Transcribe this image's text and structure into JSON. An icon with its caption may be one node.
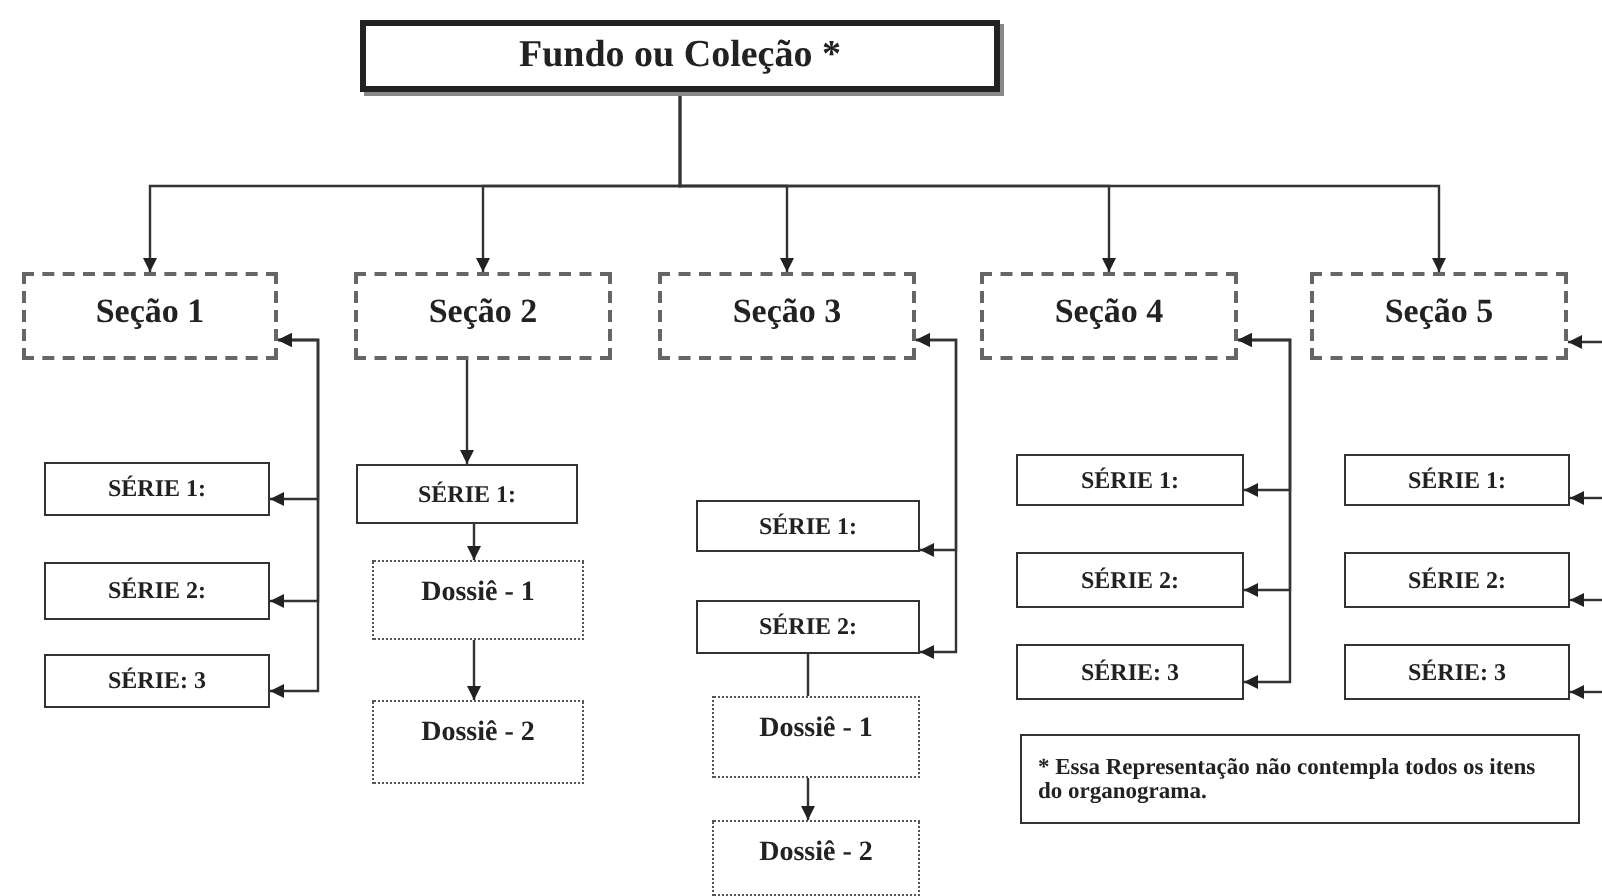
{
  "diagram": {
    "nodes": [
      {
        "text": [
          "Fundo ou Coleção *"
        ]
      },
      {
        "text": [
          "Seção 1"
        ]
      },
      {
        "text": [
          "Seção 2"
        ]
      },
      {
        "text": [
          "Seção 3"
        ]
      },
      {
        "text": [
          "Seção 4"
        ]
      },
      {
        "text": [
          "Seção 5"
        ]
      },
      {
        "text": [
          "SÉRIE 1:"
        ]
      },
      {
        "text": [
          "SÉRIE 2:"
        ]
      },
      {
        "text": [
          "SÉRIE: 3"
        ]
      },
      {
        "text": [
          "SÉRIE 1:"
        ]
      },
      {
        "text": [
          "Dossiê - 1"
        ]
      },
      {
        "text": [
          "Dossiê - 2"
        ]
      },
      {
        "text": [
          "SÉRIE 1:"
        ]
      },
      {
        "text": [
          "SÉRIE 2:"
        ]
      },
      {
        "text": [
          "Dossiê - 1"
        ]
      },
      {
        "text": [
          "Dossiê - 2"
        ]
      },
      {
        "text": [
          "SÉRIE 1:"
        ]
      },
      {
        "text": [
          "SÉRIE 2:"
        ]
      },
      {
        "text": [
          "SÉRIE: 3"
        ]
      },
      {
        "text": [
          "SÉRIE 1:"
        ]
      },
      {
        "text": [
          "SÉRIE 2:"
        ]
      },
      {
        "text": [
          "SÉRIE: 3"
        ]
      },
      {
        "text": [
          "* Essa Representação não contempla todos os itens do organograma."
        ]
      }
    ],
    "edges": [
      {
        "from": 0,
        "to": 1,
        "arrow": "to"
      },
      {
        "from": 0,
        "to": 2,
        "arrow": "to"
      },
      {
        "from": 0,
        "to": 3,
        "arrow": "to"
      },
      {
        "from": 0,
        "to": 4,
        "arrow": "to"
      },
      {
        "from": 0,
        "to": 5,
        "arrow": "to"
      },
      {
        "from": 1,
        "to": 6,
        "arrow": "both"
      },
      {
        "from": 1,
        "to": 7,
        "arrow": "both"
      },
      {
        "from": 1,
        "to": 8,
        "arrow": "both"
      },
      {
        "from": 2,
        "to": 9,
        "arrow": "to"
      },
      {
        "from": 9,
        "to": 10,
        "arrow": "to"
      },
      {
        "from": 10,
        "to": 11,
        "arrow": "to"
      },
      {
        "from": 3,
        "to": 12,
        "arrow": "both"
      },
      {
        "from": 3,
        "to": 13,
        "arrow": "both"
      },
      {
        "from": 13,
        "to": 14,
        "arrow": "none"
      },
      {
        "from": 14,
        "to": 15,
        "arrow": "to"
      },
      {
        "from": 4,
        "to": 16,
        "arrow": "both"
      },
      {
        "from": 4,
        "to": 17,
        "arrow": "both"
      },
      {
        "from": 4,
        "to": 18,
        "arrow": "both"
      },
      {
        "from": null,
        "to": 5,
        "arrow": "to"
      },
      {
        "from": null,
        "to": 19,
        "arrow": "to"
      },
      {
        "from": null,
        "to": 20,
        "arrow": "to"
      },
      {
        "from": null,
        "to": 21,
        "arrow": "to"
      }
    ]
  }
}
